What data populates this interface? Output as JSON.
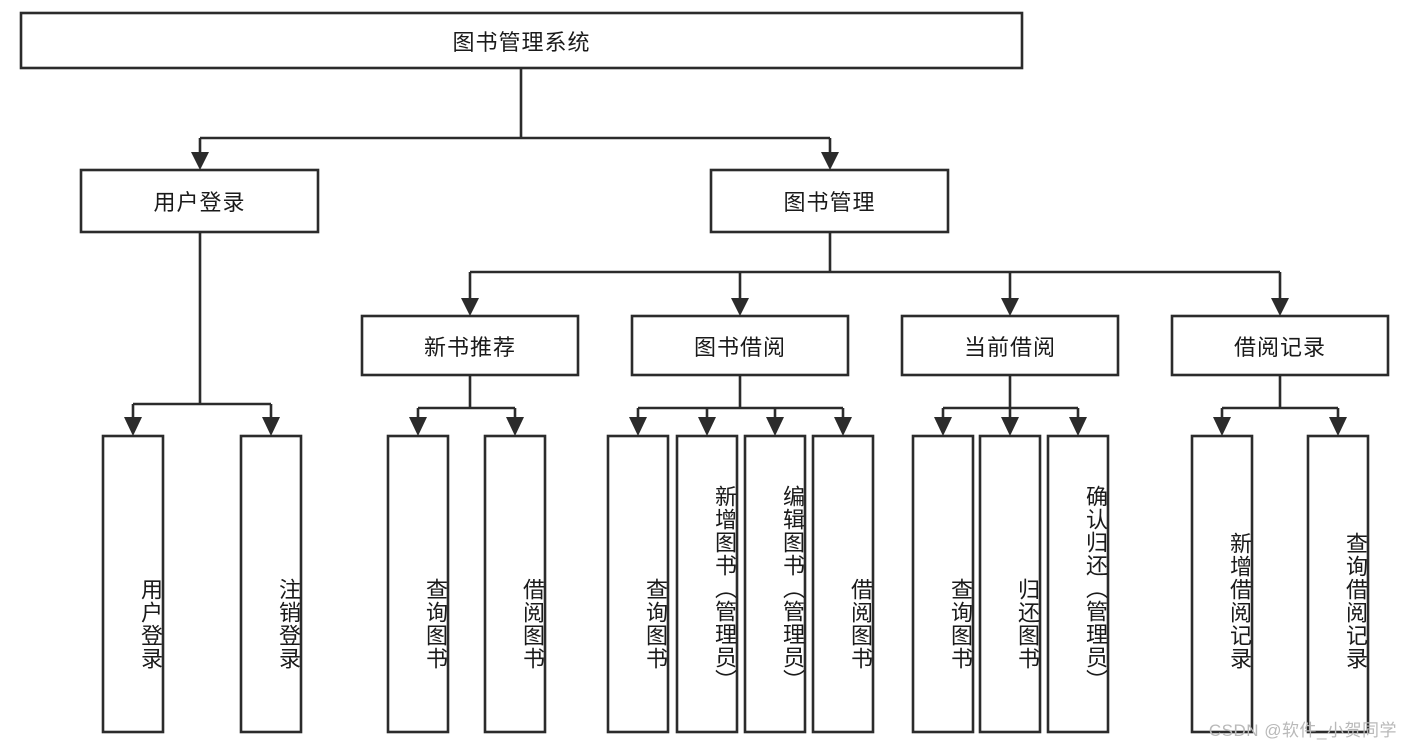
{
  "diagram": {
    "type": "tree-hierarchy",
    "title": "图书管理系统",
    "orientation": "top-down",
    "watermark": "CSDN @软件_小贺同学",
    "colors": {
      "background": "#ffffff",
      "box_stroke": "#2b2b2b",
      "box_fill": "#ffffff",
      "text": "#1a1a1a",
      "watermark": "#b9b9b9"
    },
    "levels": {
      "root": {
        "label": "图书管理系统"
      },
      "level2": [
        {
          "label": "用户登录"
        },
        {
          "label": "图书管理"
        }
      ],
      "level3": [
        {
          "label": "新书推荐"
        },
        {
          "label": "图书借阅"
        },
        {
          "label": "当前借阅"
        },
        {
          "label": "借阅记录"
        }
      ],
      "leaves": {
        "user_login": [
          {
            "label": "用户登录"
          },
          {
            "label": "注销登录"
          }
        ],
        "new_book_recommend": [
          {
            "label": "查询图书"
          },
          {
            "label": "借阅图书"
          }
        ],
        "book_borrow": [
          {
            "label": "查询图书"
          },
          {
            "label": "新增图书（管理员）"
          },
          {
            "label": "编辑图书（管理员）"
          },
          {
            "label": "借阅图书"
          }
        ],
        "current_borrow": [
          {
            "label": "查询图书"
          },
          {
            "label": "归还图书"
          },
          {
            "label": "确认归还（管理员）"
          }
        ],
        "borrow_record": [
          {
            "label": "新增借阅记录"
          },
          {
            "label": "查询借阅记录"
          }
        ]
      }
    }
  }
}
